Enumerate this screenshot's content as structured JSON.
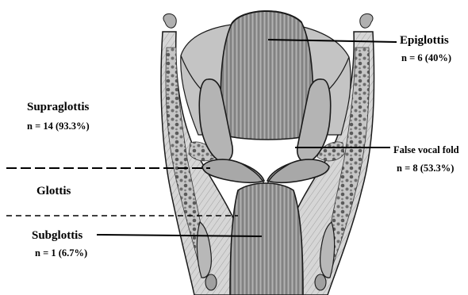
{
  "labels": {
    "epiglottis": {
      "name": "Epiglottis",
      "count": "n = 6 (40%)"
    },
    "supraglottis": {
      "name": "Supraglottis",
      "count": "n = 14 (93.3%)"
    },
    "false_vocal_fold": {
      "name": "False vocal fold",
      "count": "n = 8 (53.3%)"
    },
    "glottis": {
      "name": "Glottis"
    },
    "subglottis": {
      "name": "Subglottis",
      "count": "n = 1 (6.7%)"
    }
  },
  "colors": {
    "text": "#000000",
    "ink": "#1a1a1a",
    "tissue": "#d4d4d4",
    "mucosa": "#a8a8a8",
    "lumen": "#8c8c8c",
    "gland": "#5a5a5a"
  }
}
